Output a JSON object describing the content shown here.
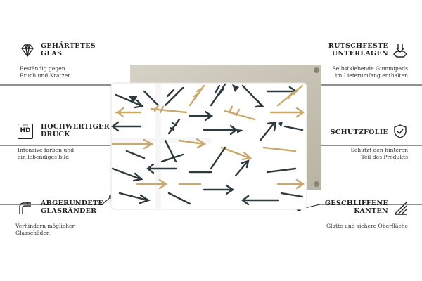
{
  "features": {
    "glass": {
      "title_line1": "GEHÄRTETES",
      "title_line2": "GLAS",
      "desc_line1": "Beständig gegen",
      "desc_line2": "Bruch und Kratzer",
      "icon": "diamond-icon"
    },
    "print": {
      "title_line1": "HOCHWERTIGER",
      "title_line2": "DRUCK",
      "desc_line1": "Intensive farben und",
      "desc_line2": "ein lebendiges bild",
      "icon": "ultra-hd-icon",
      "badge_small": "ultra",
      "badge_big": "HD"
    },
    "edges_round": {
      "title_line1": "ABGERUNDETE",
      "title_line2": "GLASRÄNDER",
      "desc_line1": "Verhindern möglicher",
      "desc_line2": "Glasschäden",
      "icon": "rounded-corner-icon"
    },
    "pads": {
      "title_line1": "RUTSCHFESTE",
      "title_line2": "UNTERLAGEN",
      "desc_line1": "Selbstklebende Gummipads",
      "desc_line2": "im Lieferumfang enthalten",
      "icon": "pad-icon"
    },
    "film": {
      "title_line1": "SCHUTZFOLIE",
      "desc_line1": "Schutzt den hinteren",
      "desc_line2": "Teil des Produkts",
      "icon": "shield-check-icon"
    },
    "edges_ground": {
      "title_line1": "GESCHLIFFENE",
      "title_line2": "KANTEN",
      "desc_line1": "Glatte und sichere Oberfläche",
      "icon": "ground-edge-icon"
    }
  },
  "colors": {
    "dark": "#2f3a3e",
    "gold": "#c9a96b",
    "backplate": "#c9c4b6",
    "line": "#222222"
  }
}
